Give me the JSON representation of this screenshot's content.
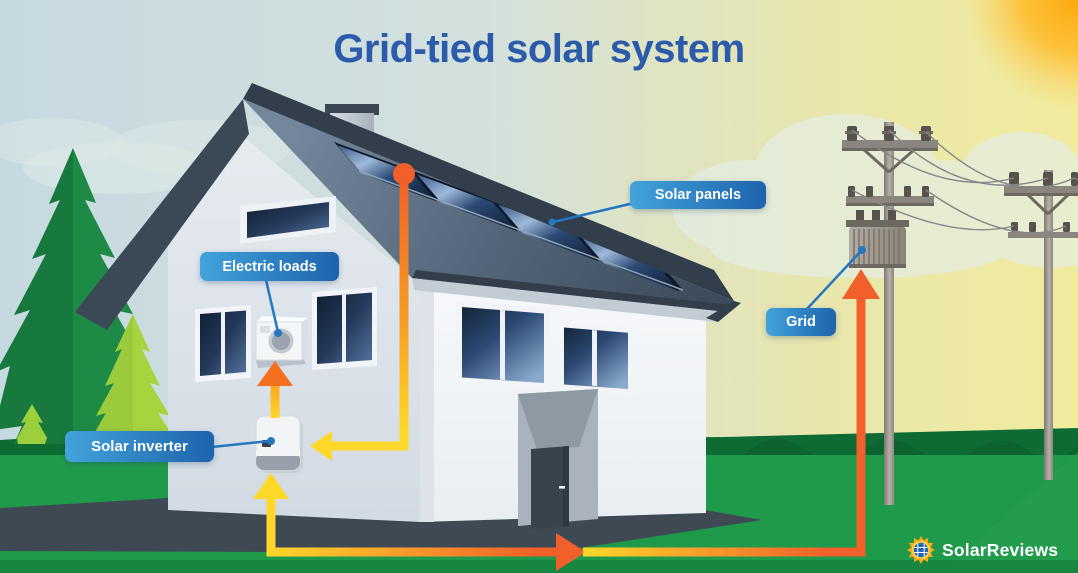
{
  "title": "Grid-tied solar system",
  "callouts": {
    "solar_panels": "Solar panels",
    "electric_loads": "Electric loads",
    "solar_inverter": "Solar inverter",
    "grid": "Grid"
  },
  "logo": {
    "text": "SolarReviews",
    "icon": "sun-solar-panel-icon"
  },
  "colors": {
    "title_blue": "#2b5baa",
    "label_grad_start": "#42a3da",
    "label_grad_end": "#1e63ad",
    "arrow_yellow": "#ffd82a",
    "arrow_orange": "#f15f2a",
    "connector_blue": "#2478c0",
    "grass_green": "#1f9a4a",
    "roof_slate": "#3b4855",
    "panel_navy": "#15253e",
    "sky_left": "#c6d9e1",
    "sky_right": "#f1eb9d",
    "sun_yellow": "#fba70c",
    "logo_text": "#ffffff"
  }
}
